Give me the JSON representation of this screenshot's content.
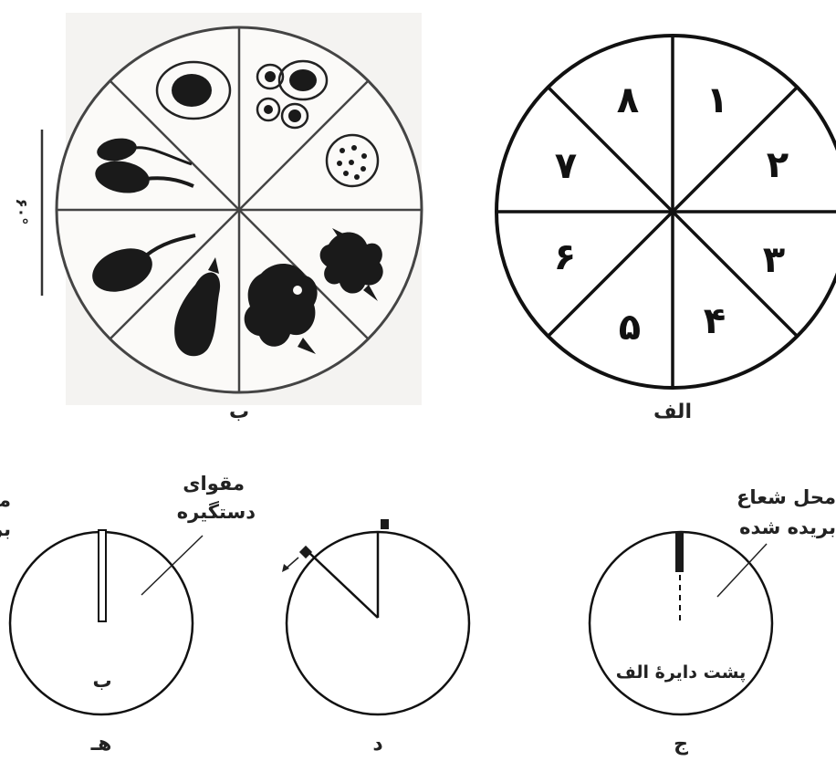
{
  "figure_a": {
    "label": "الف",
    "sector_numbers": [
      "۱",
      "۲",
      "۳",
      "۴",
      "۵",
      "۶",
      "۷",
      "۸"
    ]
  },
  "figure_b": {
    "label": "ب",
    "side_label": "۶۰°"
  },
  "figure_j": {
    "label": "ج",
    "callout_top": "محل شعاع",
    "callout_bottom": "بریده شده",
    "inner_text": "پشت دایرهٔ الف"
  },
  "figure_d": {
    "label": "د"
  },
  "figure_h": {
    "label": "هـ",
    "callout_top": "مقوای",
    "callout_bottom": "دستگیره",
    "inner_text": "ب",
    "edge_top": "مح",
    "edge_bottom": "بر"
  }
}
